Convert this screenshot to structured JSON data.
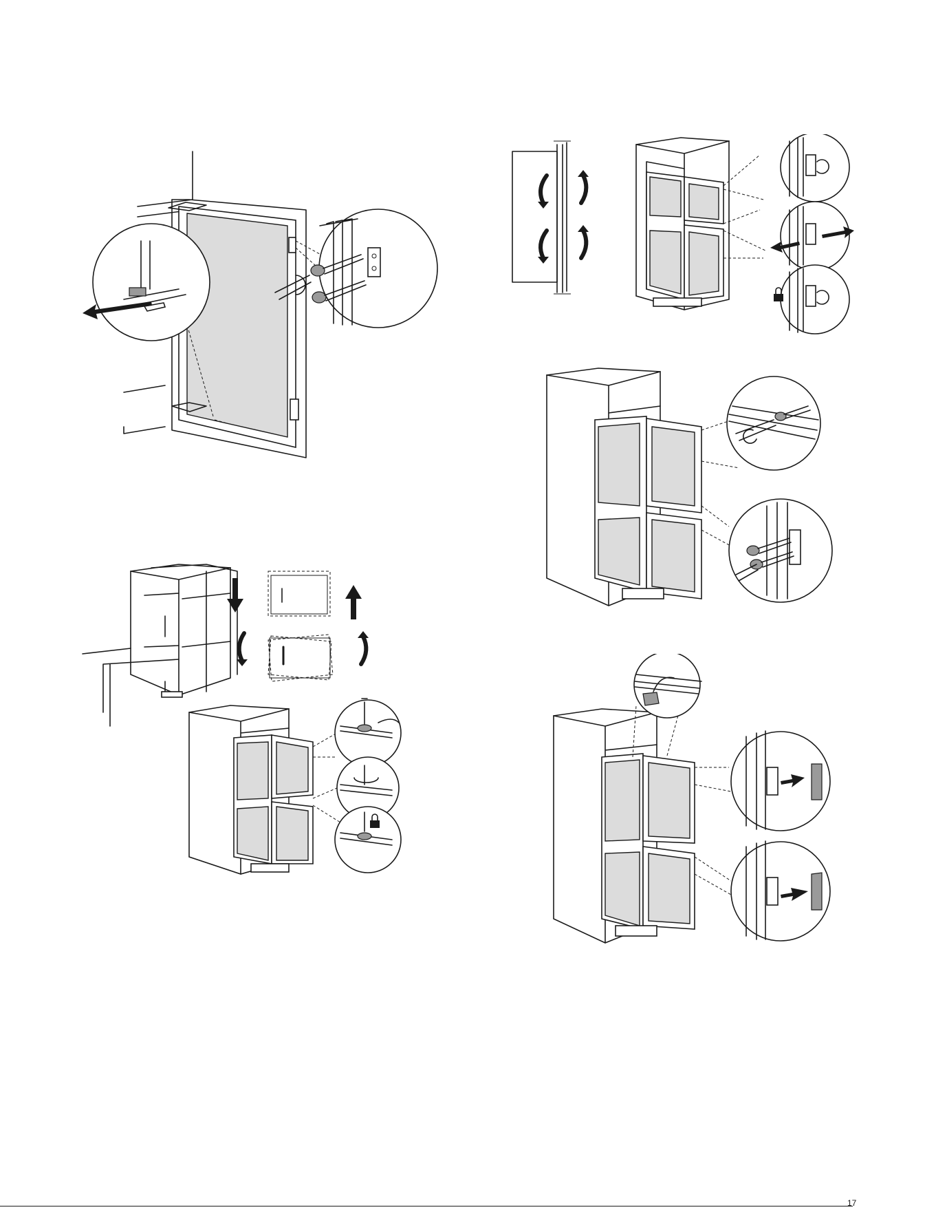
{
  "page": {
    "footer_page_number": "17"
  },
  "figures": [
    {
      "id": "fig-door-hinge-screws",
      "icons": [
        "door-panel",
        "magnifier-circle",
        "screw-icon",
        "screwdriver-icon",
        "arrow-icon"
      ]
    },
    {
      "id": "fig-door-vertical-adjustment",
      "icons": [
        "rotate-arrow-icon",
        "cabinet-icon",
        "magnifier-circle",
        "lock-icon",
        "double-arrow-icon"
      ]
    },
    {
      "id": "fig-door-alignment-kitchen",
      "icons": [
        "kitchen-icon",
        "arrow-down-icon",
        "arrow-up-icon",
        "rotate-arrow-icon",
        "screwdriver-icon",
        "lock-icon"
      ]
    },
    {
      "id": "fig-door-fixing-screws",
      "icons": [
        "cabinet-icon",
        "magnifier-circle",
        "screw-icon",
        "screwdriver-icon"
      ]
    },
    {
      "id": "fig-hinge-covers",
      "icons": [
        "cabinet-icon",
        "magnifier-circle",
        "cover-cap-icon",
        "arrow-icon"
      ]
    }
  ],
  "colors": {
    "line": "#1a1a1a",
    "panel_fill": "#dcdcdc",
    "cover_fill": "#9a9a9a"
  }
}
